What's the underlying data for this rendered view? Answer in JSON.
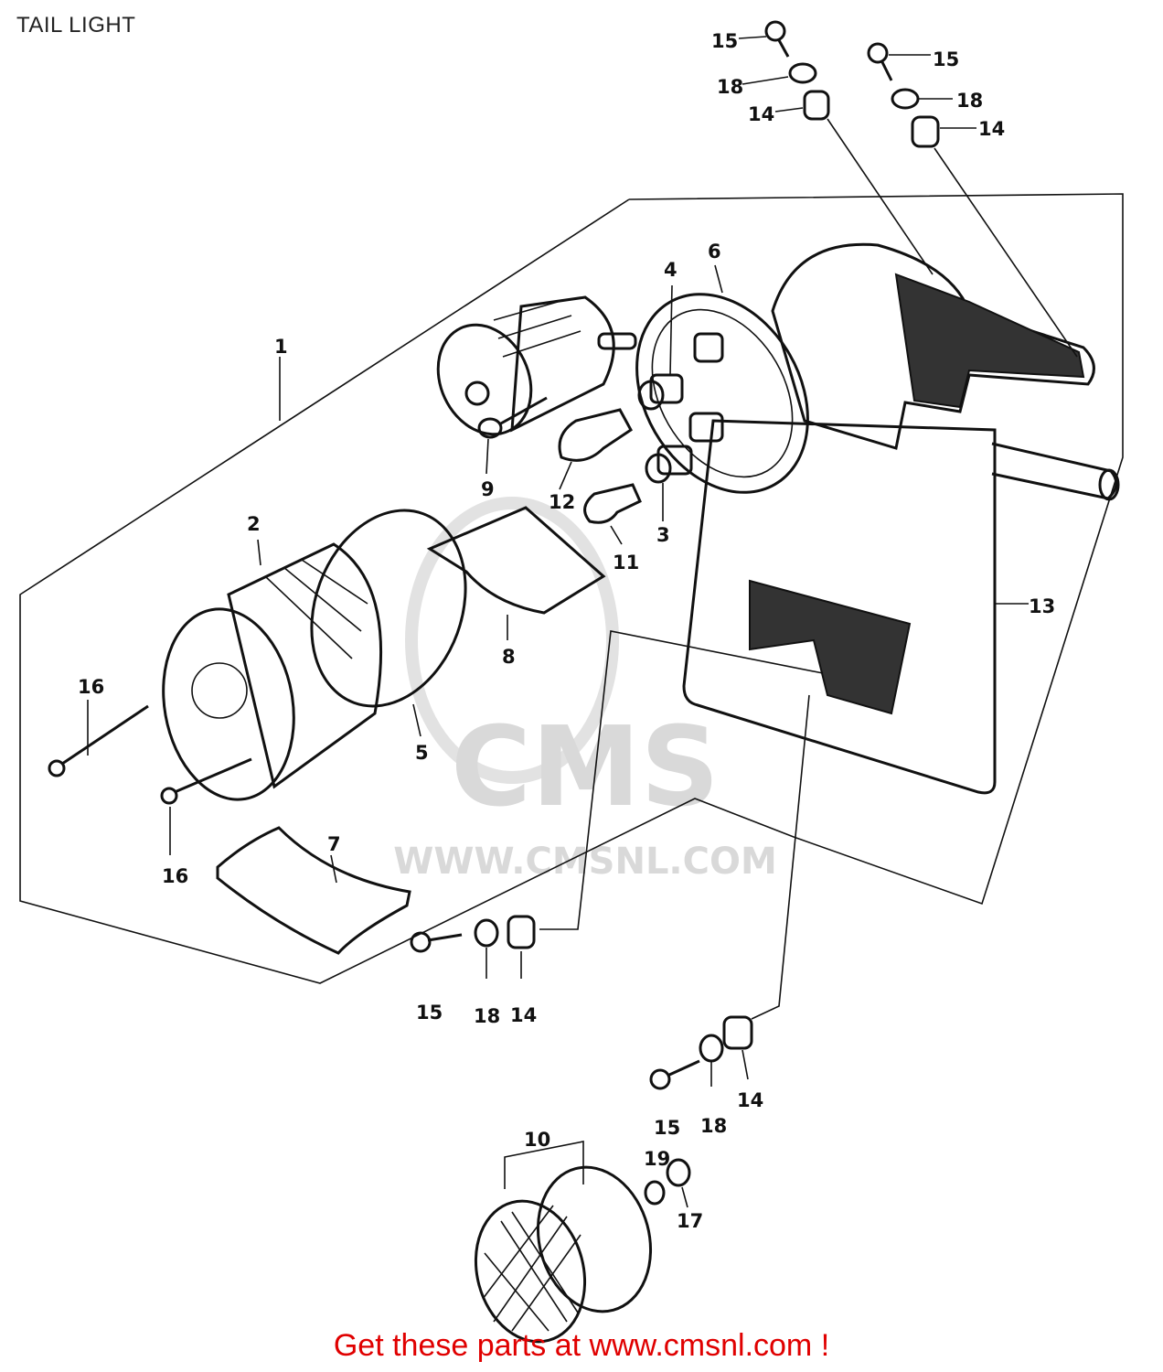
{
  "title": "TAIL LIGHT",
  "footer": "Get these parts at www.cmsnl.com !",
  "watermark": {
    "logo": "CMS",
    "url": "WWW.CMSNL.COM"
  },
  "colors": {
    "footer": "#e00000",
    "line": "#111111",
    "watermark": "#d9d9d9"
  },
  "parts": {
    "p1": "1",
    "p2": "2",
    "p3": "3",
    "p4": "4",
    "p5": "5",
    "p6": "6",
    "p7": "7",
    "p8": "8",
    "p9": "9",
    "p10": "10",
    "p11": "11",
    "p12": "12",
    "p13": "13",
    "p14": "14",
    "p15": "15",
    "p16": "16",
    "p17": "17",
    "p18": "18",
    "p19": "19"
  }
}
